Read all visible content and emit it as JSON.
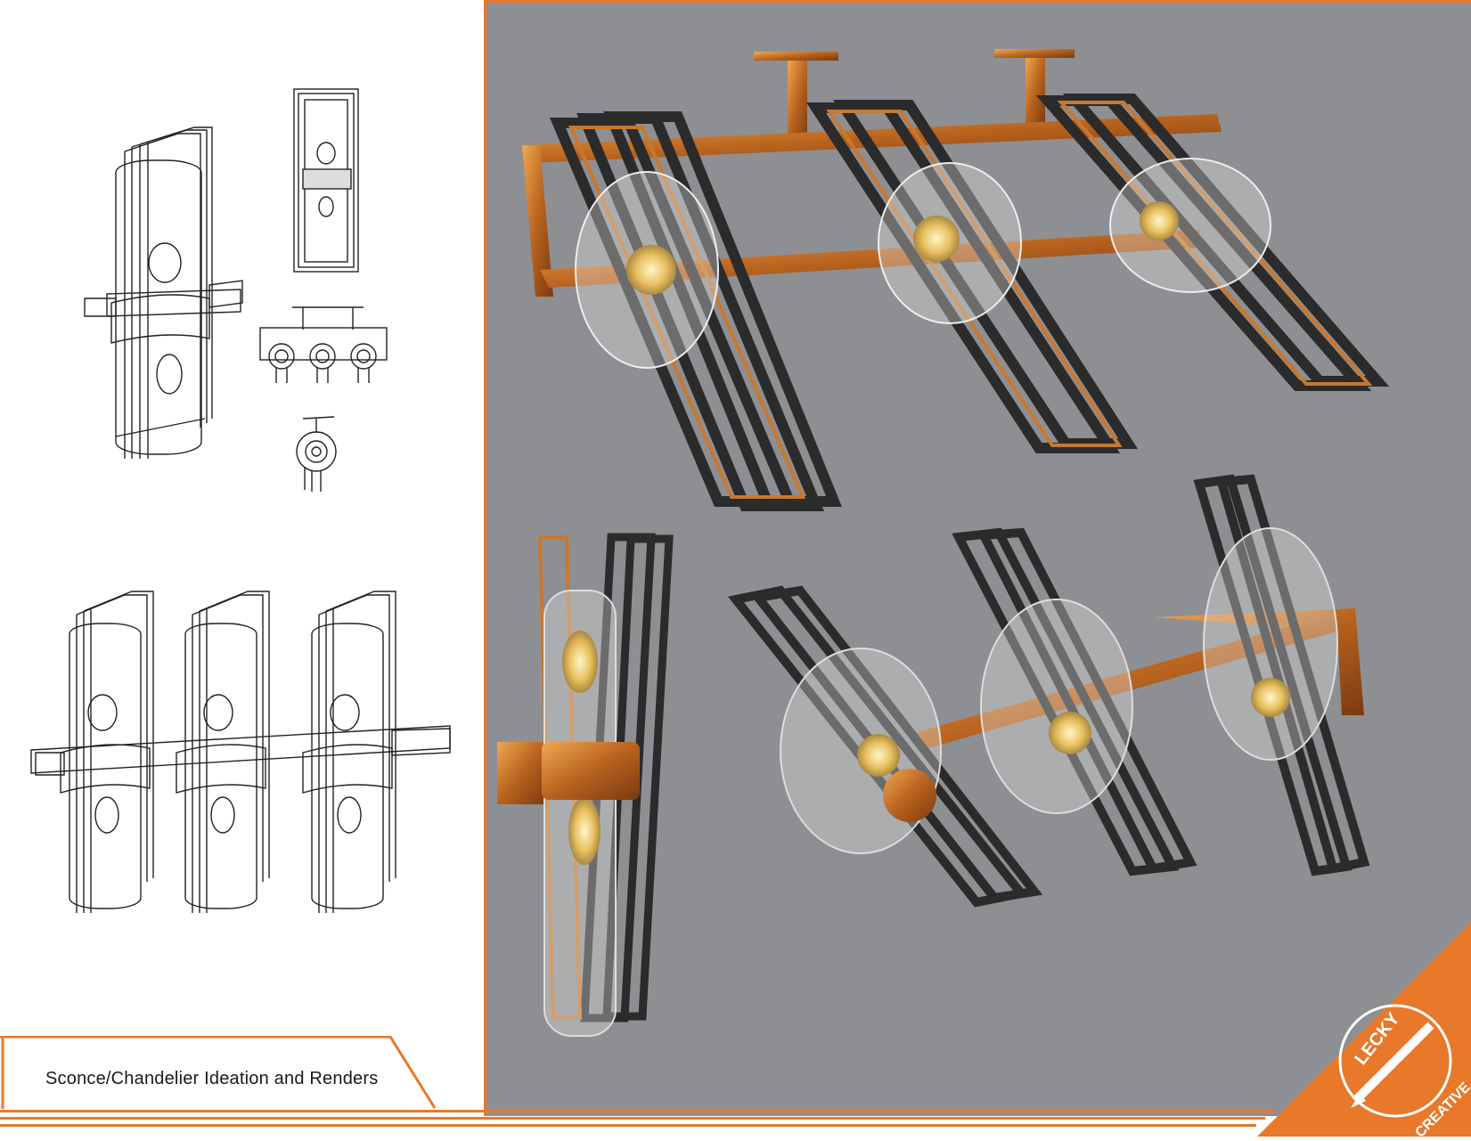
{
  "caption": {
    "title": "Sconce/Chandelier Ideation and Renders"
  },
  "logo": {
    "line1": "LECKY",
    "line2": "CREATIVE"
  },
  "colors": {
    "accent": "#e8782a",
    "render_bg": "#8e8f93",
    "frame_dark": "#2b2b2b",
    "copper": "#c8782e"
  },
  "sketches": [
    "wall-sconce-sketch",
    "sconce-front-view",
    "chandelier-top-view",
    "sconce-side-view",
    "triple-sconce-sketch"
  ],
  "renders": [
    "chandelier-render",
    "sconce-render",
    "triple-fixture-render"
  ]
}
